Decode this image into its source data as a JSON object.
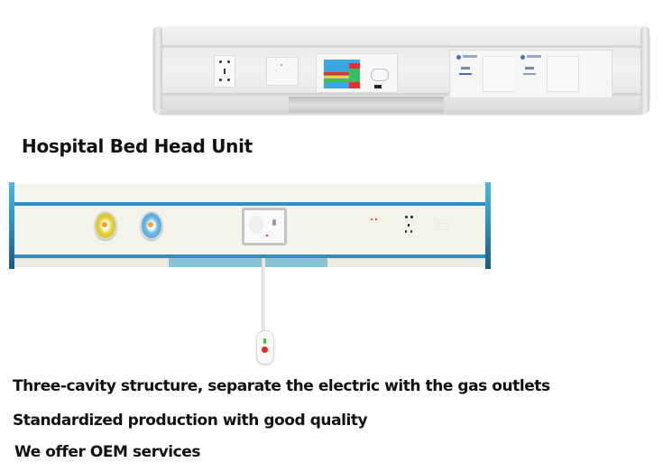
{
  "title": "Hospital Bed Head Unit",
  "features": [
    "Three-cavity structure, separate the electric with the gas outlets",
    "Standardized production with good quality",
    "We offer OEM services"
  ],
  "products": {
    "top_unit": {
      "color_scheme": "grey",
      "components": [
        "power-outlet",
        "wall-switch",
        "lcd-control-panel",
        "gas-outlet-box",
        "gas-outlet-box"
      ]
    },
    "bottom_unit": {
      "color_scheme": "blue",
      "components": [
        "gas-valve-yellow",
        "gas-valve-blue",
        "nurse-call-panel",
        "indicator-leds",
        "power-socket",
        "blank-plate",
        "handheld-call-remote"
      ]
    }
  },
  "colors": {
    "accent_blue": "#2e8fc0",
    "rail_blue": "#88c4d6",
    "valve_yellow": "#e6d23a",
    "valve_blue": "#6ab8e4",
    "call_red": "#e22222",
    "call_green": "#33cc33"
  }
}
